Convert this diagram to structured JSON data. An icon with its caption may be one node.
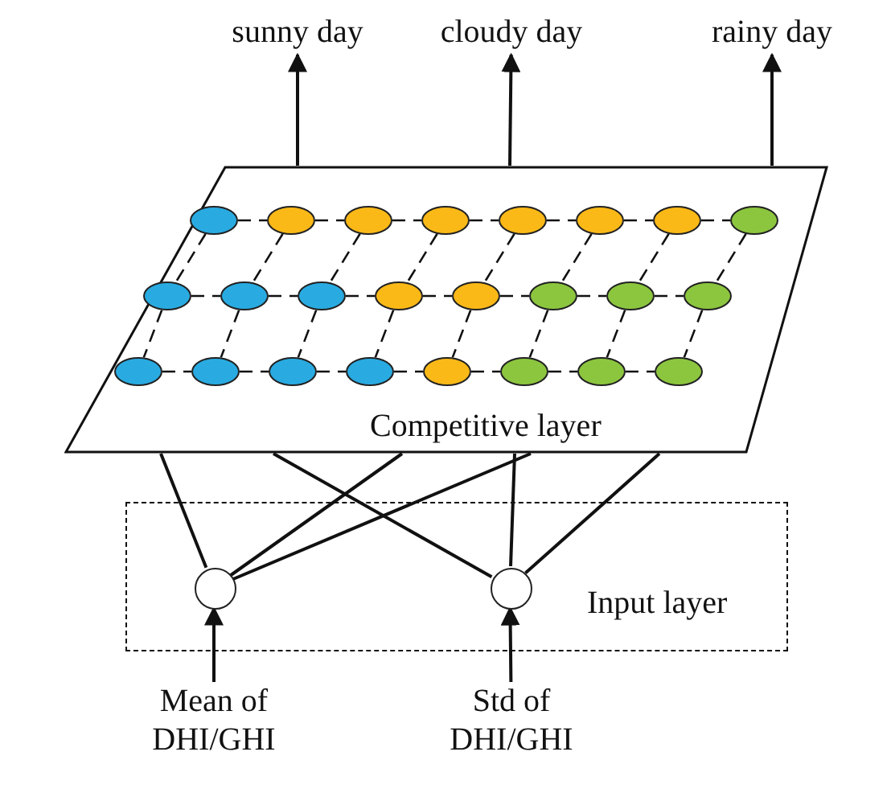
{
  "diagram": {
    "nodes": [
      {
        "text": [
          "Competitive layer"
        ]
      },
      {
        "text": [],
        "shape": "circle",
        "in": 0
      },
      {
        "text": [],
        "shape": "circle",
        "in": 0
      },
      {
        "text": [],
        "shape": "circle",
        "in": 0
      },
      {
        "text": [],
        "shape": "circle",
        "in": 0
      },
      {
        "text": [],
        "shape": "circle",
        "in": 0
      },
      {
        "text": [],
        "shape": "circle",
        "in": 0
      },
      {
        "text": [],
        "shape": "circle",
        "in": 0
      },
      {
        "text": [],
        "shape": "circle",
        "in": 0
      },
      {
        "text": [],
        "shape": "circle",
        "in": 0
      },
      {
        "text": [],
        "shape": "circle",
        "in": 0
      },
      {
        "text": [],
        "shape": "circle",
        "in": 0
      },
      {
        "text": [],
        "shape": "circle",
        "in": 0
      },
      {
        "text": [],
        "shape": "circle",
        "in": 0
      },
      {
        "text": [],
        "shape": "circle",
        "in": 0
      },
      {
        "text": [],
        "shape": "circle",
        "in": 0
      },
      {
        "text": [],
        "shape": "circle",
        "in": 0
      },
      {
        "text": [],
        "shape": "circle",
        "in": 0
      },
      {
        "text": [],
        "shape": "circle",
        "in": 0
      },
      {
        "text": [],
        "shape": "circle",
        "in": 0
      },
      {
        "text": [],
        "shape": "circle",
        "in": 0
      },
      {
        "text": [],
        "shape": "circle",
        "in": 0
      },
      {
        "text": [],
        "shape": "circle",
        "in": 0
      },
      {
        "text": [],
        "shape": "circle",
        "in": 0
      },
      {
        "text": [],
        "shape": "circle",
        "in": 0
      },
      {
        "text": [
          "Input layer"
        ]
      },
      {
        "text": [],
        "shape": "circle",
        "in": 25
      },
      {
        "text": [],
        "shape": "circle",
        "in": 25
      },
      {
        "text": [
          "Mean of DHI/GHI"
        ]
      },
      {
        "text": [
          "Std of DHI/GHI"
        ]
      },
      {
        "text": [
          "sunny day"
        ]
      },
      {
        "text": [
          "cloudy day"
        ]
      },
      {
        "text": [
          "rainy day"
        ]
      }
    ],
    "edges": [
      {
        "from": 0,
        "to": 30,
        "arrow": "to"
      },
      {
        "from": 0,
        "to": 31,
        "arrow": "to"
      },
      {
        "from": 0,
        "to": 32,
        "arrow": "to"
      },
      {
        "from": 1,
        "to": 2,
        "arrow": "none",
        "style": "dashed"
      },
      {
        "from": 2,
        "to": 3,
        "arrow": "none",
        "style": "dashed"
      },
      {
        "from": 3,
        "to": 4,
        "arrow": "none",
        "style": "dashed"
      },
      {
        "from": 4,
        "to": 5,
        "arrow": "none",
        "style": "dashed"
      },
      {
        "from": 5,
        "to": 6,
        "arrow": "none",
        "style": "dashed"
      },
      {
        "from": 6,
        "to": 7,
        "arrow": "none",
        "style": "dashed"
      },
      {
        "from": 7,
        "to": 8,
        "arrow": "none",
        "style": "dashed"
      },
      {
        "from": 1,
        "to": 9,
        "arrow": "none",
        "style": "dashed"
      },
      {
        "from": 2,
        "to": 10,
        "arrow": "none",
        "style": "dashed"
      },
      {
        "from": 3,
        "to": 11,
        "arrow": "none",
        "style": "dashed"
      },
      {
        "from": 4,
        "to": 12,
        "arrow": "none",
        "style": "dashed"
      },
      {
        "from": 5,
        "to": 13,
        "arrow": "none",
        "style": "dashed"
      },
      {
        "from": 6,
        "to": 14,
        "arrow": "none",
        "style": "dashed"
      },
      {
        "from": 7,
        "to": 15,
        "arrow": "none",
        "style": "dashed"
      },
      {
        "from": 8,
        "to": 16,
        "arrow": "none",
        "style": "dashed"
      },
      {
        "from": 9,
        "to": 10,
        "arrow": "none",
        "style": "dashed"
      },
      {
        "from": 10,
        "to": 11,
        "arrow": "none",
        "style": "dashed"
      },
      {
        "from": 11,
        "to": 12,
        "arrow": "none",
        "style": "dashed"
      },
      {
        "from": 12,
        "to": 13,
        "arrow": "none",
        "style": "dashed"
      },
      {
        "from": 13,
        "to": 14,
        "arrow": "none",
        "style": "dashed"
      },
      {
        "from": 14,
        "to": 15,
        "arrow": "none",
        "style": "dashed"
      },
      {
        "from": 15,
        "to": 16,
        "arrow": "none",
        "style": "dashed"
      },
      {
        "from": 9,
        "to": 17,
        "arrow": "none",
        "style": "dashed"
      },
      {
        "from": 10,
        "to": 18,
        "arrow": "none",
        "style": "dashed"
      },
      {
        "from": 11,
        "to": 19,
        "arrow": "none",
        "style": "dashed"
      },
      {
        "from": 12,
        "to": 20,
        "arrow": "none",
        "style": "dashed"
      },
      {
        "from": 13,
        "to": 21,
        "arrow": "none",
        "style": "dashed"
      },
      {
        "from": 14,
        "to": 22,
        "arrow": "none",
        "style": "dashed"
      },
      {
        "from": 15,
        "to": 23,
        "arrow": "none",
        "style": "dashed"
      },
      {
        "from": 16,
        "to": 24,
        "arrow": "none",
        "style": "dashed"
      },
      {
        "from": 17,
        "to": 18,
        "arrow": "none",
        "style": "dashed"
      },
      {
        "from": 18,
        "to": 19,
        "arrow": "none",
        "style": "dashed"
      },
      {
        "from": 19,
        "to": 20,
        "arrow": "none",
        "style": "dashed"
      },
      {
        "from": 20,
        "to": 21,
        "arrow": "none",
        "style": "dashed"
      },
      {
        "from": 21,
        "to": 22,
        "arrow": "none",
        "style": "dashed"
      },
      {
        "from": 22,
        "to": 23,
        "arrow": "none",
        "style": "dashed"
      },
      {
        "from": 23,
        "to": 24,
        "arrow": "none",
        "style": "dashed"
      },
      {
        "from": 26,
        "to": 0,
        "arrow": "none"
      },
      {
        "from": 26,
        "to": 0,
        "arrow": "none"
      },
      {
        "from": 26,
        "to": 0,
        "arrow": "none"
      },
      {
        "from": 27,
        "to": 0,
        "arrow": "none"
      },
      {
        "from": 27,
        "to": 0,
        "arrow": "none"
      },
      {
        "from": 27,
        "to": 0,
        "arrow": "none"
      },
      {
        "from": 28,
        "to": 26,
        "arrow": "to"
      },
      {
        "from": 29,
        "to": 27,
        "arrow": "to"
      }
    ]
  }
}
